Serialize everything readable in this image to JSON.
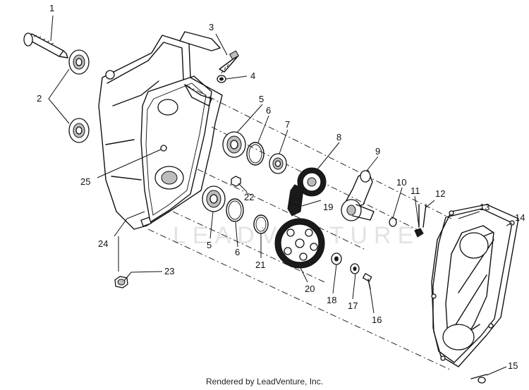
{
  "watermark": "LEADVENTURE",
  "footer": "Rendered by LeadVenture, Inc.",
  "callouts": [
    {
      "id": "c1",
      "text": "1"
    },
    {
      "id": "c2",
      "text": "2"
    },
    {
      "id": "c3",
      "text": "3"
    },
    {
      "id": "c4",
      "text": "4"
    },
    {
      "id": "c5a",
      "text": "5"
    },
    {
      "id": "c5b",
      "text": "5"
    },
    {
      "id": "c6a",
      "text": "6"
    },
    {
      "id": "c6b",
      "text": "6"
    },
    {
      "id": "c7",
      "text": "7"
    },
    {
      "id": "c8",
      "text": "8"
    },
    {
      "id": "c9",
      "text": "9"
    },
    {
      "id": "c10",
      "text": "10"
    },
    {
      "id": "c11",
      "text": "11"
    },
    {
      "id": "c12",
      "text": "12"
    },
    {
      "id": "c13",
      "text": "13"
    },
    {
      "id": "c14",
      "text": "14"
    },
    {
      "id": "c15",
      "text": "15"
    },
    {
      "id": "c16",
      "text": "16"
    },
    {
      "id": "c17",
      "text": "17"
    },
    {
      "id": "c18",
      "text": "18"
    },
    {
      "id": "c19",
      "text": "19"
    },
    {
      "id": "c20",
      "text": "20"
    },
    {
      "id": "c21",
      "text": "21"
    },
    {
      "id": "c22",
      "text": "22"
    },
    {
      "id": "c23",
      "text": "23"
    },
    {
      "id": "c24",
      "text": "24"
    },
    {
      "id": "c25",
      "text": "25"
    }
  ]
}
